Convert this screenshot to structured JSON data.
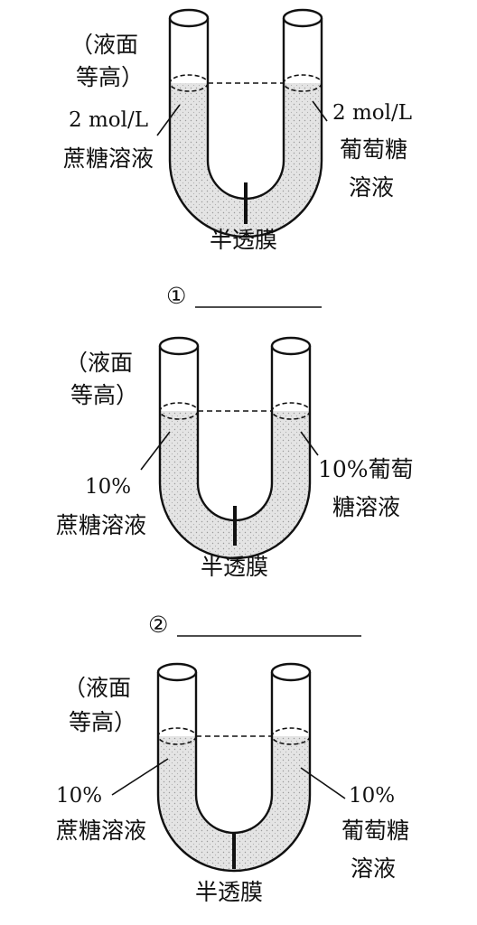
{
  "colors": {
    "ink": "#111111",
    "solution_fill": "#e2e2e2",
    "background": "#ffffff"
  },
  "panels": [
    {
      "note_line1": "（液面",
      "note_line2": "等高）",
      "left_line1": "2 mol/L",
      "left_line2": "蔗糖溶液",
      "right_line1": "2 mol/L",
      "right_line2": "葡萄糖",
      "right_line3": "溶液",
      "membrane": "半透膜",
      "question_marker": "①"
    },
    {
      "note_line1": "（液面",
      "note_line2": "等高）",
      "left_line1": "10%",
      "left_line2": "蔗糖溶液",
      "right_line1": "10%葡萄",
      "right_line2": "糖溶液",
      "membrane": "半透膜",
      "question_marker": "②"
    },
    {
      "note_line1": "（液面",
      "note_line2": "等高）",
      "left_line1": "10%",
      "left_line2": "蔗糖溶液",
      "right_line1": "10%",
      "right_line2": "葡萄糖",
      "right_line3": "溶液",
      "membrane": "半透膜"
    }
  ]
}
